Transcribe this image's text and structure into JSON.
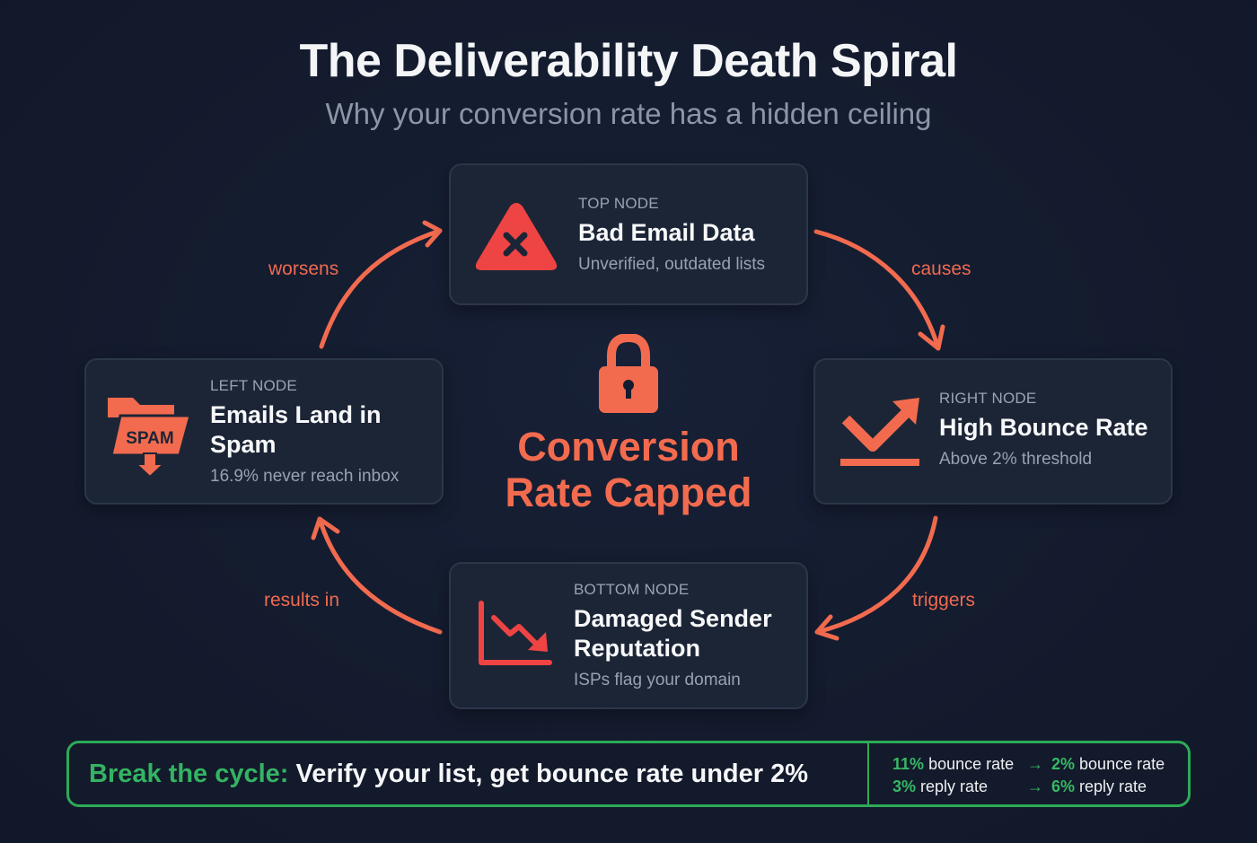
{
  "header": {
    "title": "The Deliverability Death Spiral",
    "subtitle": "Why your conversion rate has a hidden ceiling"
  },
  "nodes": {
    "top": {
      "label": "TOP NODE",
      "title": "Bad Email Data",
      "subtitle": "Unverified, outdated lists",
      "icon": "warning-triangle-x-icon"
    },
    "right": {
      "label": "RIGHT NODE",
      "title": "High Bounce Rate",
      "subtitle": "Above 2% threshold",
      "icon": "bounce-arrow-icon"
    },
    "bottom": {
      "label": "BOTTOM NODE",
      "title_line1": "Damaged Sender",
      "title_line2": "Reputation",
      "subtitle": "ISPs flag your domain",
      "icon": "declining-chart-icon"
    },
    "left": {
      "label": "LEFT NODE",
      "title_line1": "Emails Land in",
      "title_line2": "Spam",
      "subtitle": "16.9% never reach inbox",
      "icon": "spam-folder-icon",
      "icon_text": "SPAM"
    }
  },
  "edges": {
    "top_to_right": "causes",
    "right_to_bottom": "triggers",
    "bottom_to_left": "results in",
    "left_to_top": "worsens"
  },
  "center": {
    "icon": "lock-icon",
    "title_line1": "Conversion",
    "title_line2": "Rate Capped"
  },
  "banner": {
    "accent": "Break the cycle:",
    "message": "Verify your list, get bounce rate under 2%",
    "stats": [
      {
        "before_value": "11%",
        "before_label": "bounce rate",
        "arrow": "→",
        "after_value": "2%",
        "after_label": "bounce rate"
      },
      {
        "before_value": "3%",
        "before_label": "reply rate",
        "arrow": "→",
        "after_value": "6%",
        "after_label": "reply rate"
      }
    ]
  },
  "colors": {
    "background": "#141b2e",
    "card": "#1c2536",
    "accent_red": "#f26b4f",
    "alert_red": "#ef4444",
    "green": "#2eaa57",
    "text_muted": "#8c95a8"
  }
}
